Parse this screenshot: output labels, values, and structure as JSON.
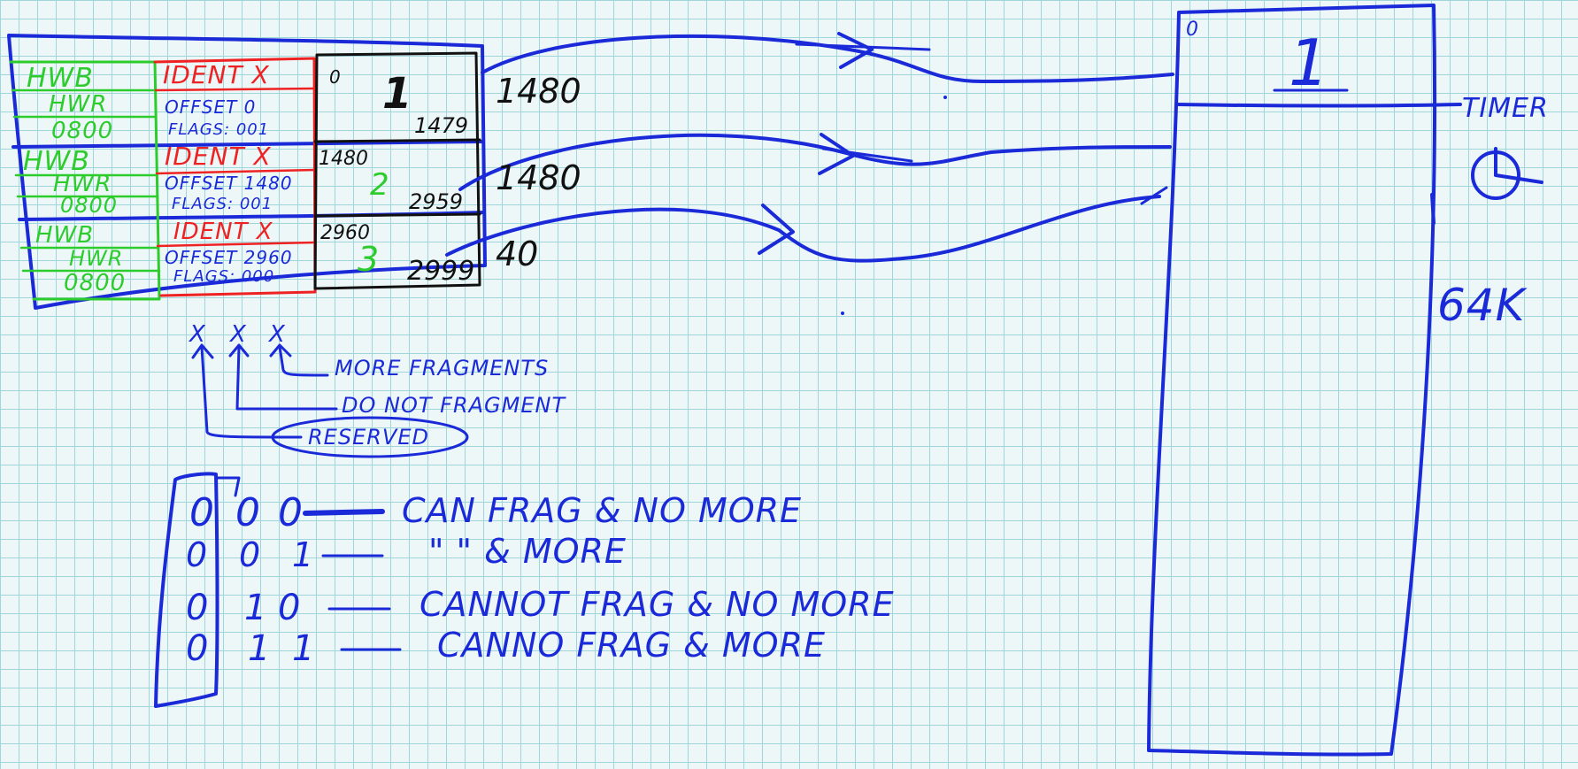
{
  "colors": {
    "blue": "#1a2ad8",
    "green": "#2dcc2d",
    "red": "#ee2222",
    "black": "#111111",
    "grid": "#9fd6dc",
    "paper": "#eef7f8"
  },
  "fragments": [
    {
      "green": [
        "HWB",
        "HWR",
        "0800"
      ],
      "ident": "IDENT X",
      "offset": "OFFSET 0",
      "flags": "FLAGS: 001",
      "start": "0",
      "num": "1",
      "end": "1479",
      "size": "1480"
    },
    {
      "green": [
        "HWB",
        "HWR",
        "0800"
      ],
      "ident": "IDENT X",
      "offset": "OFFSET 1480",
      "flags": "FLAGS: 001",
      "start": "1480",
      "num": "2",
      "end": "2959",
      "size": "1480"
    },
    {
      "green": [
        "HWB",
        "HWR",
        "0800"
      ],
      "ident": "IDENT X",
      "offset": "OFFSET 2960",
      "flags": "FLAGS: 000",
      "start": "2960",
      "num": "3",
      "end": "2999",
      "size": "40"
    }
  ],
  "flag_bits": {
    "marks": [
      "X",
      "X",
      "X"
    ],
    "more_fragments": "MORE FRAGMENTS",
    "do_not_fragment": "DO NOT FRAGMENT",
    "reserved": "RESERVED"
  },
  "truth_table": [
    {
      "bits": [
        "0",
        "0",
        "0"
      ],
      "meaning": "CAN FRAG & NO MORE"
    },
    {
      "bits": [
        "0",
        "0",
        "1"
      ],
      "meaning": "\"  \"  & MORE"
    },
    {
      "bits": [
        "0",
        "1",
        "0"
      ],
      "meaning": "CANNOT FRAG & NO MORE"
    },
    {
      "bits": [
        "0",
        "1",
        "1"
      ],
      "meaning": "CANNO FRAG & MORE"
    }
  ],
  "buffer": {
    "top_left": "0",
    "number": "1",
    "timer_label": "TIMER",
    "size_label": "64K"
  }
}
